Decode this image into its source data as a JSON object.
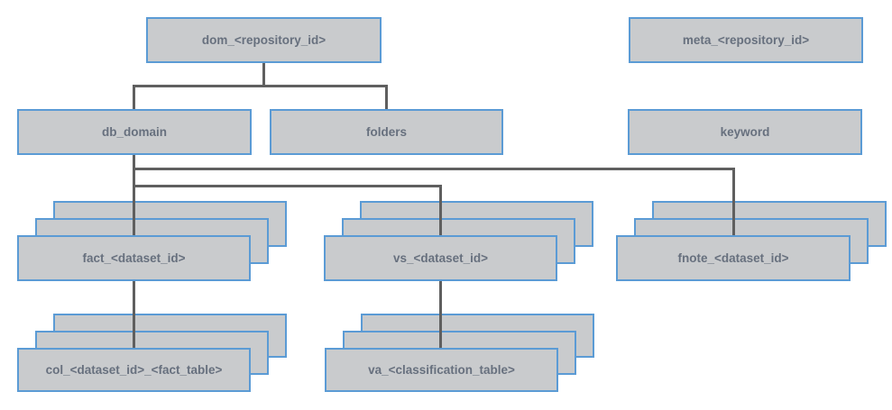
{
  "colors": {
    "background": "#ffffff",
    "box-fill": "#c9cbcd",
    "box-border": "#5b9bd5",
    "connector": "#5f5f5f",
    "text": "#67707e"
  },
  "nodes": {
    "dom": {
      "label": "dom_<repository_id>",
      "stacked": false
    },
    "meta": {
      "label": "meta_<repository_id>",
      "stacked": false
    },
    "db_domain": {
      "label": "db_domain",
      "stacked": false
    },
    "folders": {
      "label": "folders",
      "stacked": false
    },
    "keyword": {
      "label": "keyword",
      "stacked": false
    },
    "fact": {
      "label": "fact_<dataset_id>",
      "stacked": true
    },
    "vs": {
      "label": "vs_<dataset_id>",
      "stacked": true
    },
    "fnote": {
      "label": "fnote_<dataset_id>",
      "stacked": true
    },
    "col": {
      "label": "col_<dataset_id>_<fact_table>",
      "stacked": true
    },
    "va": {
      "label": "va_<classification_table>",
      "stacked": true
    }
  },
  "edges": [
    {
      "from": "dom_<repository_id>",
      "to": "db_domain"
    },
    {
      "from": "dom_<repository_id>",
      "to": "folders"
    },
    {
      "from": "db_domain",
      "to": "fact_<dataset_id>"
    },
    {
      "from": "db_domain",
      "to": "vs_<dataset_id>"
    },
    {
      "from": "db_domain",
      "to": "fnote_<dataset_id>"
    },
    {
      "from": "fact_<dataset_id>",
      "to": "col_<dataset_id>_<fact_table>"
    },
    {
      "from": "vs_<dataset_id>",
      "to": "va_<classification_table>"
    }
  ]
}
